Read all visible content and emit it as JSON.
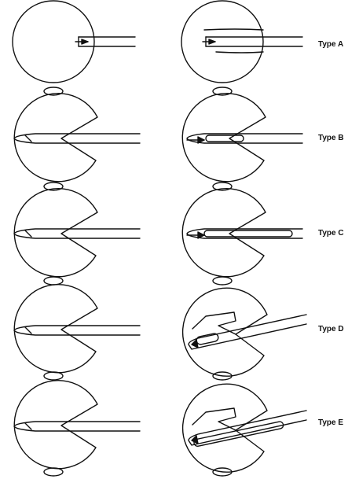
{
  "figure": {
    "rows": [
      {
        "type_label": "Type A"
      },
      {
        "type_label": "Type B"
      },
      {
        "type_label": "Type C"
      },
      {
        "type_label": "Type D"
      },
      {
        "type_label": "Type E"
      }
    ]
  },
  "colors": {
    "line": "#111111",
    "background": "#ffffff"
  }
}
